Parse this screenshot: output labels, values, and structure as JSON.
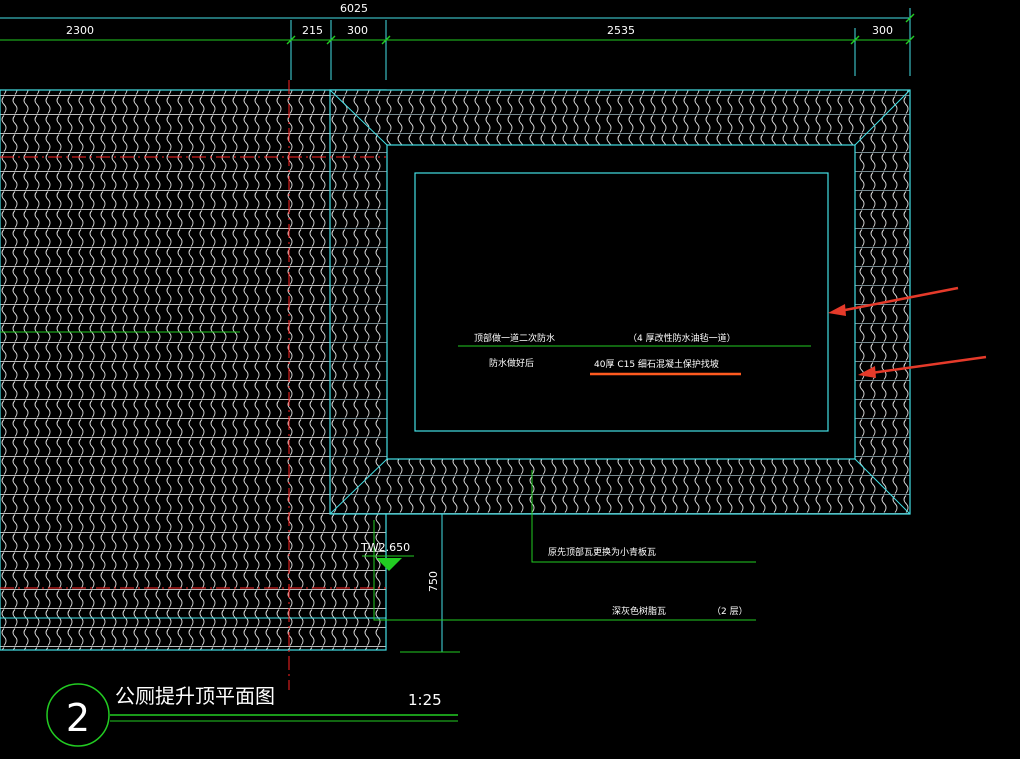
{
  "dimensions": {
    "total": "6025",
    "top_segments": [
      "2300",
      "215",
      "300",
      "2535",
      "300"
    ],
    "side_upper": "300",
    "side_lower": "750"
  },
  "notes": {
    "line1_left": "顶部做一道二次防水",
    "line1_right": "（4 厚改性防水油毡一道）",
    "line2_left": "防水做好后",
    "line2_right": "40厚 C15 细石混凝土保护找坡",
    "leader1": "原先顶部瓦更换为小青板瓦",
    "leader2": "深灰色树脂瓦",
    "leader2_suffix": "（2 层）"
  },
  "level_mark": "TW2.650",
  "drawing_number": "2",
  "drawing_title": "公厕提升顶平面图",
  "scale": "1:25",
  "colors": {
    "background": "#000000",
    "cyan": "#44e0e6",
    "tile": "#d9d9d9",
    "green": "#22cc22",
    "red": "#ff2222",
    "arrow": "#e53a2a",
    "underline": "#ff5a1f"
  }
}
